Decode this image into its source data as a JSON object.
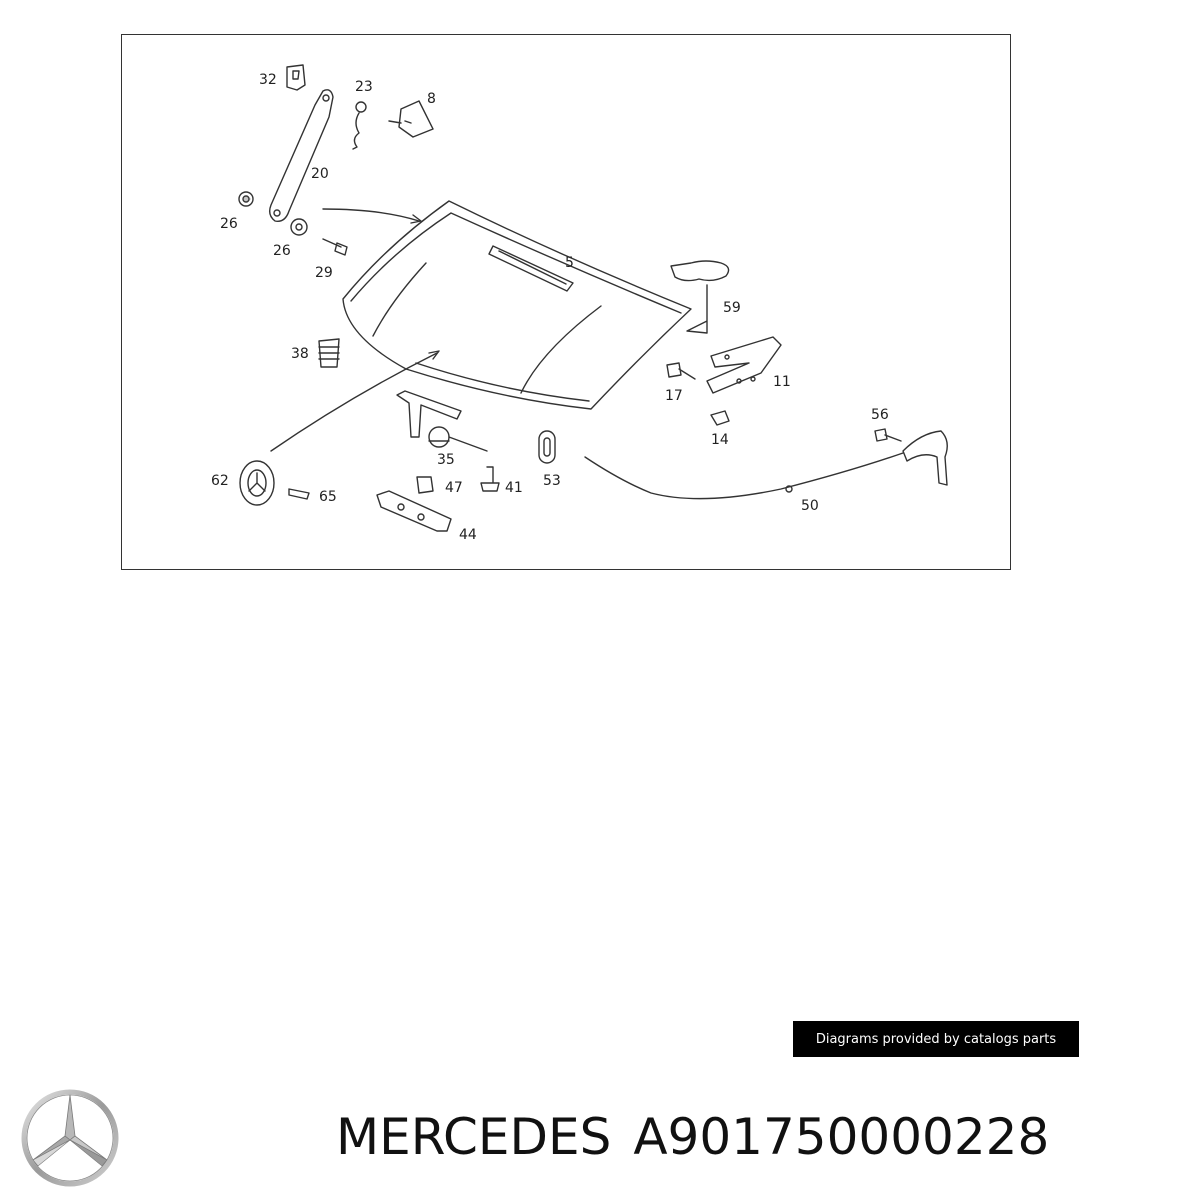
{
  "diagram": {
    "part_labels": {
      "p32": "32",
      "p23": "23",
      "p8": "8",
      "p20": "20",
      "p26a": "26",
      "p26b": "26",
      "p29": "29",
      "p5": "5",
      "p59": "59",
      "p38": "38",
      "p11": "11",
      "p17": "17",
      "p56": "56",
      "p14": "14",
      "p35": "35",
      "p62": "62",
      "p65": "65",
      "p47": "47",
      "p41": "41",
      "p53": "53",
      "p50": "50",
      "p44": "44"
    }
  },
  "credit": {
    "text": "Diagrams provided by catalogs parts"
  },
  "footer": {
    "brand": "MERCEDES",
    "part_number": "A901750000228"
  },
  "logo": {
    "icon": "mercedes-star-icon"
  }
}
